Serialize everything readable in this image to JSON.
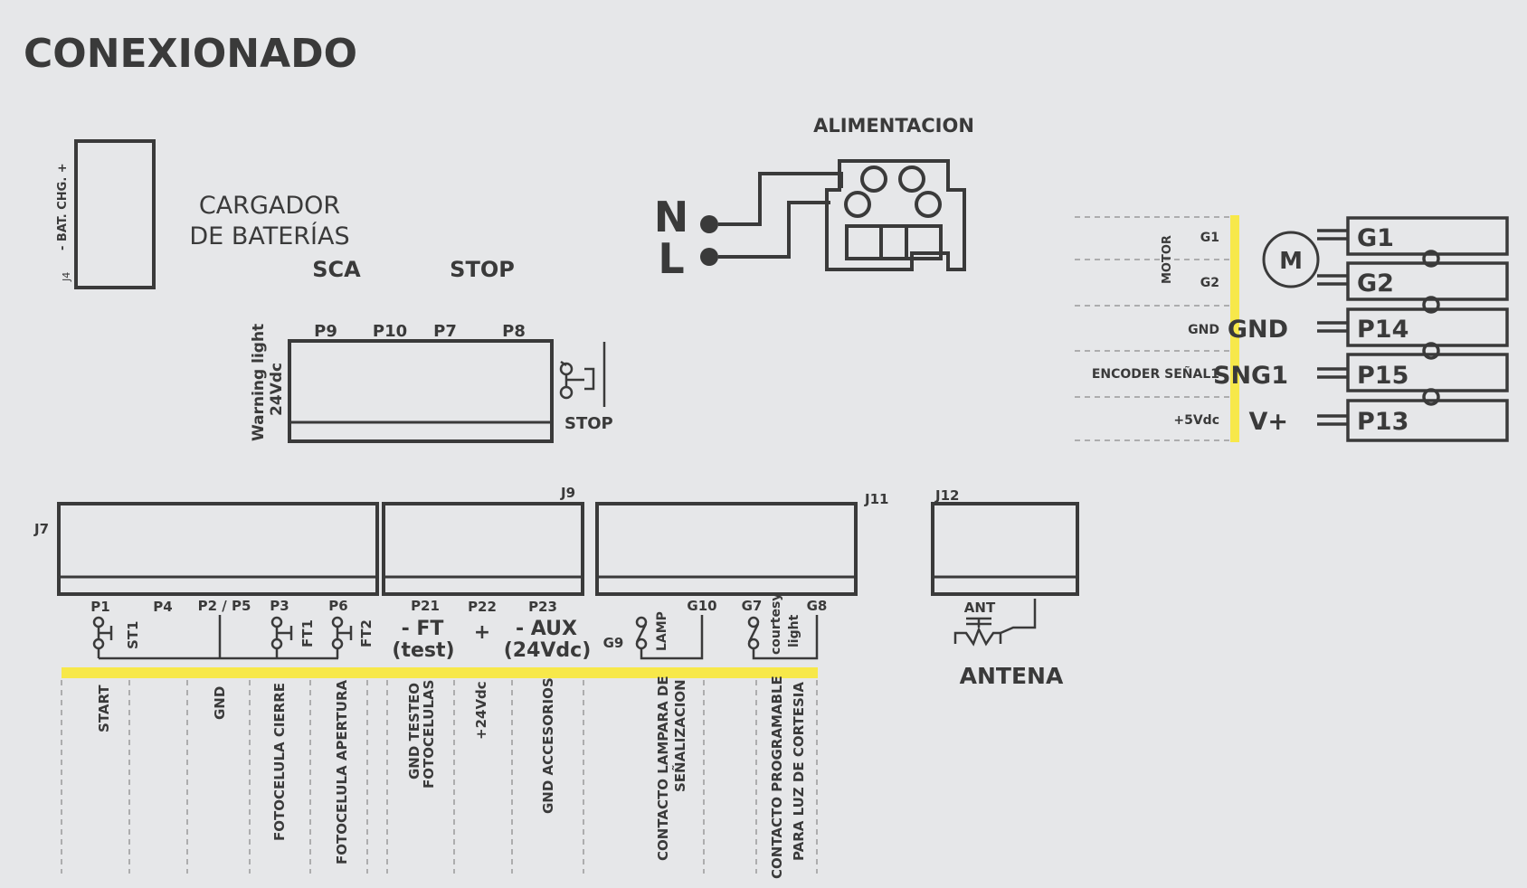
{
  "title": "CONEXIONADO",
  "battery": {
    "side_label": "- BAT. CHG. +",
    "connector": "J4",
    "caption_line1": "CARGADOR",
    "caption_line2": "DE BATERÍAS"
  },
  "sca_label": "SCA",
  "stop_title": "STOP",
  "warning": {
    "pins": [
      "P9",
      "P10",
      "P7",
      "P8"
    ],
    "side_line1": "Warning light",
    "side_line2": "24Vdc",
    "switch_label": "STOP"
  },
  "power": {
    "title": "ALIMENTACION",
    "n": "N",
    "l": "L"
  },
  "motor": {
    "group_label": "MOTOR",
    "rows": [
      {
        "signal": "G1",
        "left": "",
        "pin": "G1"
      },
      {
        "signal": "G2",
        "left": "",
        "pin": "G2"
      },
      {
        "signal": "GND",
        "left": "GND",
        "pin": "P14"
      },
      {
        "signal": "ENCODER SEÑAL1",
        "left": "SNG1",
        "pin": "P15"
      },
      {
        "signal": "+5Vdc",
        "left": "V+",
        "pin": "P13"
      }
    ],
    "motor_symbol": "M"
  },
  "connectors": {
    "j7": "J7",
    "j9": "J9",
    "j11": "J11",
    "j12": "J12"
  },
  "pins_bottom": {
    "p1": "P1",
    "p4": "P4",
    "p2p5": "P2 / P5",
    "p3": "P3",
    "p6": "P6",
    "p21": "P21",
    "p22": "P22",
    "p23": "P23",
    "g10": "G10",
    "g9": "G9",
    "g7": "G7",
    "g8": "G8"
  },
  "symbols": {
    "st1": "ST1",
    "ft1": "FT1",
    "ft2": "FT2",
    "ft_line1": "- FT",
    "ft_line2": "(test)",
    "plus": "+",
    "aux_line1": "- AUX",
    "aux_line2": "(24Vdc)",
    "lamp": "LAMP",
    "courtesy_line1": "courtesy",
    "courtesy_line2": "light",
    "ant": "ANT"
  },
  "antena": "ANTENA",
  "bottom_labels": {
    "start": "START",
    "gnd": "GND",
    "fc": "FOTOCELULA CIERRE",
    "fa": "FOTOCELULA APERTURA",
    "gt1": "GND TESTEO",
    "gt2": "FOTOCELULAS",
    "v24": "+24Vdc",
    "ga": "GND ACCESORIOS",
    "cl1": "CONTACTO LAMPARA DE",
    "cl2": "SEÑALIZACION",
    "cp1": "CONTACTO PROGRAMABLE",
    "cp2": "PARA LUZ DE CORTESIA"
  },
  "colors": {
    "bus": "#f7e84a",
    "ink": "#3a3a3a",
    "background": "#e6e7e9"
  }
}
